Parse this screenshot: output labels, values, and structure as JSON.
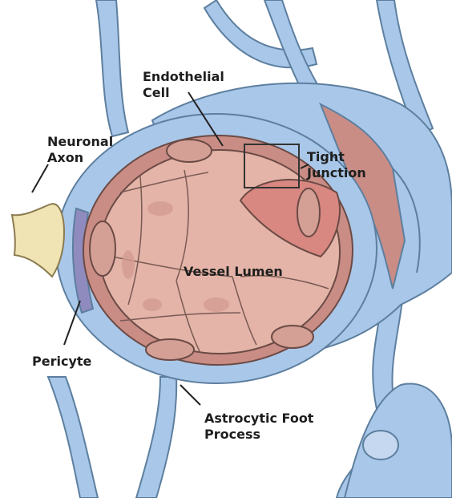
{
  "labels": {
    "endothelial_cell": [
      "Endothelial",
      "Cell"
    ],
    "neuronal_axon": [
      "Neuronal",
      "Axon"
    ],
    "tight_junction": [
      "Tight",
      "Junction"
    ],
    "vessel_lumen": "Vessel Lumen",
    "pericyte": "Pericyte",
    "astrocytic_foot_process": [
      "Astrocytic Foot",
      "Process"
    ]
  },
  "colors": {
    "astrocyte": "#a9c7e8",
    "astrocyte_outline": "#5d7f9f",
    "endothelium": "#c98d85",
    "lumen": "#e3b4a7",
    "endothelial_nucleus": "#d4a095",
    "pericyte": "#8f8bbf",
    "axon": "#f1e4b4",
    "text": "#1e1e1e"
  }
}
